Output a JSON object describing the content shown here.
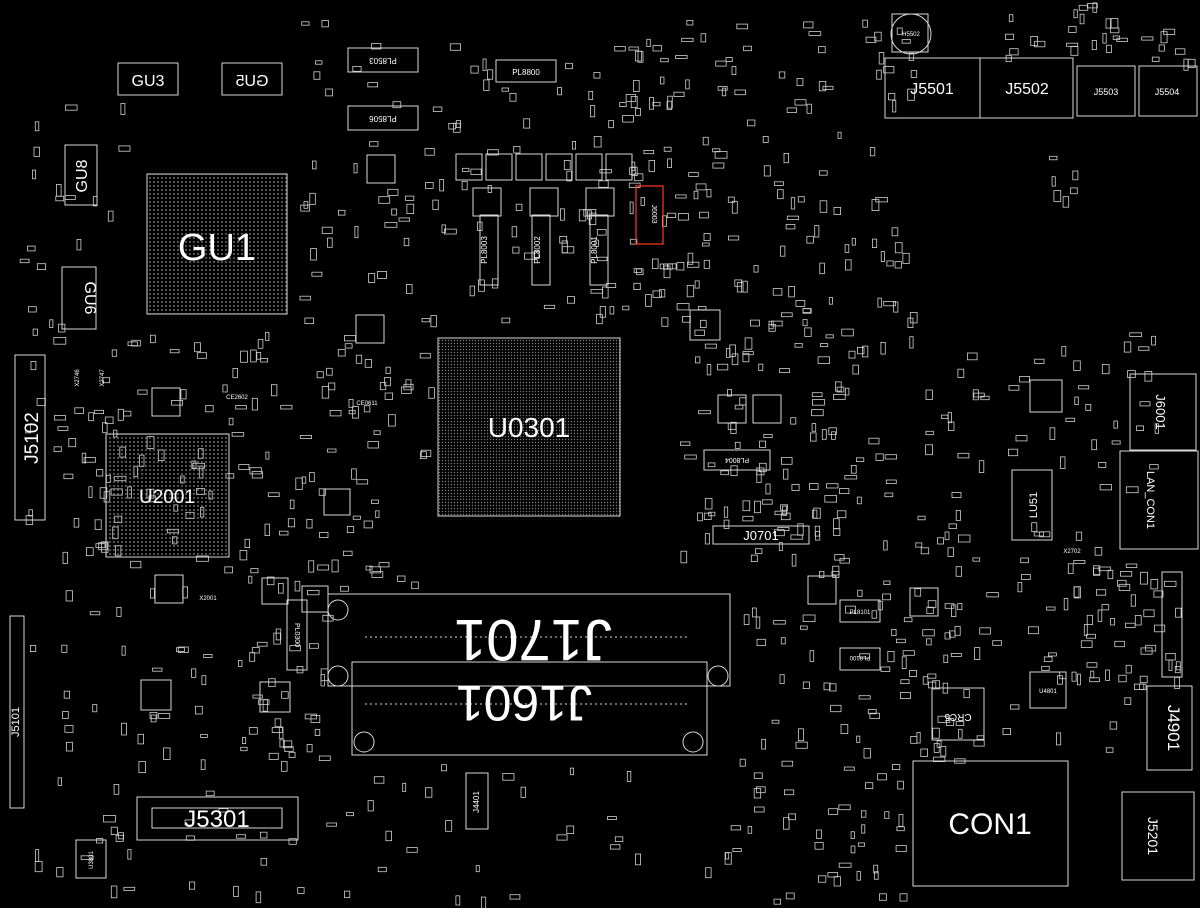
{
  "viewer": {
    "background": "#000000",
    "trace_color": "#d9d9d9",
    "highlight_color": "#ff3b1f"
  },
  "labels": {
    "gu1": "GU1",
    "gu3": "GU3",
    "gu5": "GU5",
    "gu6": "GU6",
    "gu8": "GU8",
    "u0301": "U0301",
    "u2001": "U2001",
    "j5501": "J5501",
    "j5502": "J5502",
    "j5503": "J5503",
    "j5504": "J5504",
    "j5102": "J5102",
    "j5101": "J5101",
    "j5301": "J5301",
    "j1701": "J1701",
    "j1601": "J1601",
    "j0701": "J0701",
    "j6001": "J6001",
    "lan_con1": "LAN_CON1",
    "lu51": "LU51",
    "con1": "CON1",
    "j4901": "J4901",
    "j5201": "J5201",
    "j4401": "J4401",
    "j6003": "J6003",
    "crc5": "CRC5",
    "pl8800": "PL8800",
    "pl8503": "PL8503",
    "pl8506": "PL8506",
    "pl8003": "PL8003",
    "pl8002": "PL8002",
    "pl8001": "PL8001",
    "pl8004": "PL8004",
    "pl0300": "PL0300",
    "ce2602": "CE2602",
    "ce0611": "CE0611",
    "x2001": "X2001",
    "x2747": "X2747",
    "x2746": "X2746",
    "x2702": "X2702",
    "u4801": "U4801",
    "u3801": "U3801",
    "h5502": "H5502",
    "pl8101": "PL8101",
    "pl8100": "PL8100"
  }
}
